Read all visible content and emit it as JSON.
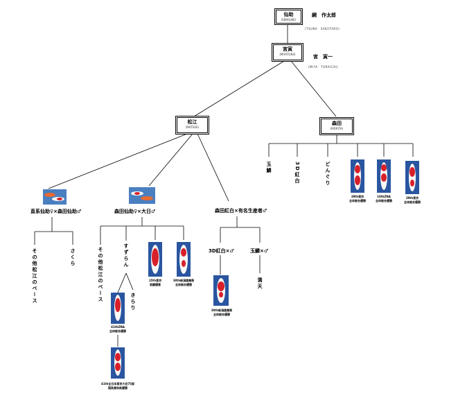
{
  "boxes": {
    "sendai": {
      "name": "仙助",
      "romaji": "(SENSUKE)"
    },
    "miya": {
      "name": "宮寅",
      "romaji": "(MIYATORA)"
    },
    "matsue": {
      "name": "松江",
      "romaji": "(MATSUE)"
    },
    "morita": {
      "name": "森田",
      "romaji": "(MORITA)"
    }
  },
  "owners": {
    "sendai": {
      "name": "綱　作太郎",
      "romaji": "(TSUNA　SAKUTARO)"
    },
    "miya": {
      "name": "宮　寅一",
      "romaji": "(MIYA　TORAICHI)"
    }
  },
  "morita_children": {
    "c1": "玉鱗",
    "c2": "3D紅白",
    "c3": "どんぐり",
    "koi1_caption": [
      "39th東京",
      "全体総合優勝"
    ],
    "koi2_caption": [
      "10thZNA",
      "全体総合優勝"
    ],
    "koi3_caption": [
      "39th東京",
      "全体総合優勝"
    ]
  },
  "matsue_children": {
    "left_label": "直系仙助♀×森田仙助♂",
    "mid_label": "森田仙助♀×大日♂",
    "right_label": "森田紅白×有名生産者♂"
  },
  "left_children": {
    "a": "その他松江のベース",
    "b": "さくら"
  },
  "mid_children": {
    "a": "その他松江のベース",
    "b": "すずらん",
    "koi1_caption": [
      "15th東京",
      "若鯉優賞"
    ],
    "koi2_caption": [
      "30th新潟農業祭",
      "全体総合優勝"
    ],
    "kirari": "きらり",
    "koi3_caption": [
      "41thZNA",
      "全体総合優勝"
    ],
    "koi4_caption": [
      "41th全日本東京大会75部",
      "国魚賞和魚優勝"
    ]
  },
  "right_children": {
    "a": "3D紅白×♂",
    "b": "玉鱗×♂",
    "koi_caption": [
      "30th新潟農業祭",
      "全体総合優勝"
    ],
    "manten": "満天"
  },
  "colors": {
    "line": "#000000",
    "koi_red": "#d8202a",
    "koi_white": "#f8f8f6",
    "water": "#2a55a0"
  }
}
